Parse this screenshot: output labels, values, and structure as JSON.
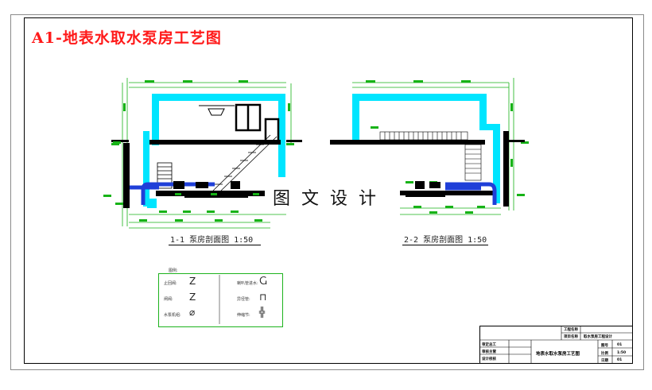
{
  "title": "A1-地表水取水泵房工艺图",
  "watermark": "图文设计",
  "sections": {
    "left_caption": "1-1 泵房剖面图 1:50",
    "right_caption": "2-2 泵房剖面图 1:50"
  },
  "legend": {
    "header": "图例:",
    "items": [
      {
        "label": "止回阀:",
        "symbol": "Z"
      },
      {
        "label": "闸阀:",
        "symbol": "Z"
      },
      {
        "label": "水泵机组:",
        "symbol": "⌀"
      },
      {
        "label": "喇叭管进水:",
        "symbol": "Ⴚ"
      },
      {
        "label": "异径管:",
        "symbol": "⊓"
      },
      {
        "label": "伸缩节:",
        "symbol": "╬"
      }
    ]
  },
  "title_block": {
    "drawing_name": "地表水取水泵房工艺图",
    "rows_left": [
      "审定总工",
      "审核主管",
      "设计校核"
    ],
    "rows_top": [
      "工程名称",
      "项目名称"
    ],
    "project": "取水泵房工程设计",
    "right_cells": [
      "图号",
      "比例",
      "日期"
    ],
    "right_values": [
      "01",
      "1:50",
      "01"
    ]
  },
  "colors": {
    "accent_title": "#ff1a1a",
    "wall": "#00e5ff",
    "pipe": "#1f3fd8",
    "dimension": "#17b317",
    "structure": "#000000"
  }
}
